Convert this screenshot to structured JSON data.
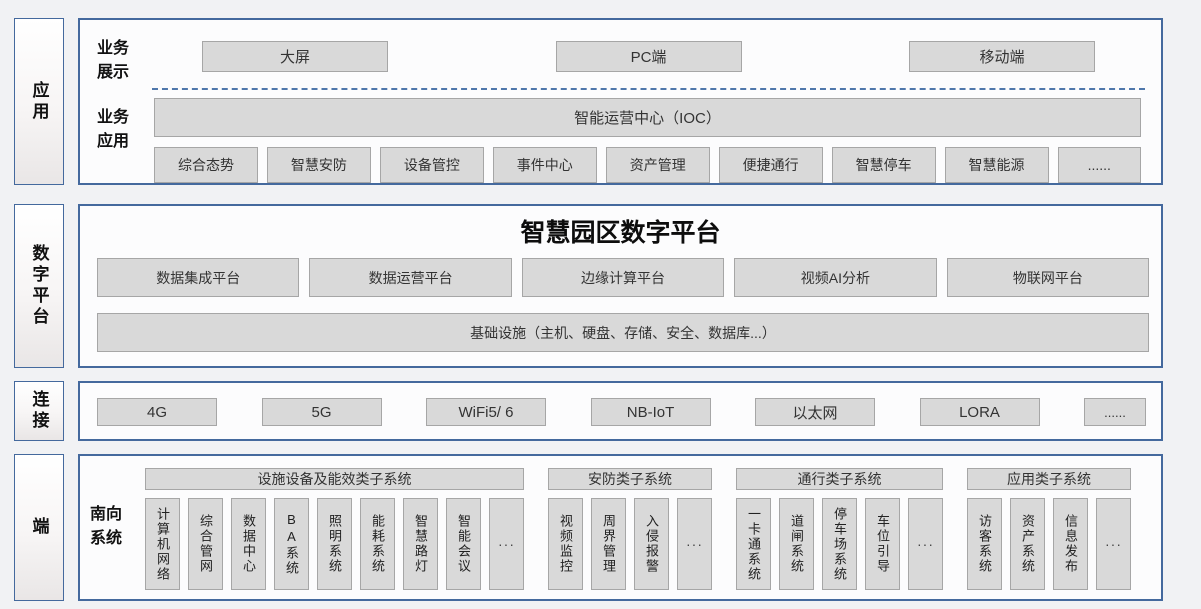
{
  "colors": {
    "band_border": "#44699d",
    "dashed_divider": "#4f77ab",
    "box_fill": "#d9d9d9",
    "box_border": "#a6a6a6",
    "page_background": "#f1f2f4"
  },
  "app": {
    "side_label": "应用",
    "display_label": "业务展示",
    "display_items": [
      "大屏",
      "PC端",
      "移动端"
    ],
    "app_label": "业务应用",
    "ioc": "智能运营中心（IOC）",
    "app_items": [
      "综合态势",
      "智慧安防",
      "设备管控",
      "事件中心",
      "资产管理",
      "便捷通行",
      "智慧停车",
      "智慧能源",
      "......"
    ]
  },
  "platform": {
    "side_label": "数字平台",
    "title": "智慧园区数字平台",
    "platforms": [
      "数据集成平台",
      "数据运营平台",
      "边缘计算平台",
      "视频AI分析",
      "物联网平台"
    ],
    "infra": "基础设施（主机、硬盘、存储、安全、数据库...）"
  },
  "connect": {
    "side_label": "连接",
    "items": [
      "4G",
      "5G",
      "WiFi5/ 6",
      "NB-IoT",
      "以太网",
      "LORA",
      "......"
    ]
  },
  "edge": {
    "side_label": "端",
    "row_label": "南向系统",
    "groups": [
      {
        "title": "设施设备及能效类子系统",
        "items": [
          "计算机网络",
          "综合管网",
          "数据中心",
          "BA系统",
          "照明系统",
          "能耗系统",
          "智慧路灯",
          "智能会议",
          "···"
        ]
      },
      {
        "title": "安防类子系统",
        "items": [
          "视频监控",
          "周界管理",
          "入侵报警",
          "···"
        ]
      },
      {
        "title": "通行类子系统",
        "items": [
          "一卡通系统",
          "道闸系统",
          "停车场系统",
          "车位引导",
          "···"
        ]
      },
      {
        "title": "应用类子系统",
        "items": [
          "访客系统",
          "资产系统",
          "信息发布",
          "···"
        ]
      }
    ]
  }
}
